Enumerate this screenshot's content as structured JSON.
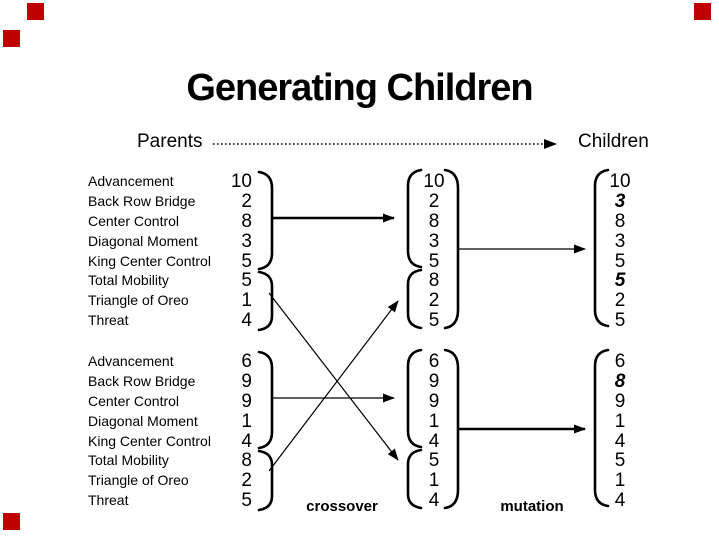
{
  "slide": {
    "title": "Generating Children",
    "accent_color": "#c00000",
    "background_color": "#ffffff",
    "text_color": "#000000"
  },
  "header": {
    "parents_label": "Parents",
    "children_label": "Children"
  },
  "traits": [
    "Advancement",
    "Back Row Bridge",
    "Center Control",
    "Diagonal Moment",
    "King Center Control",
    "Total Mobility",
    "Triangle of Oreo",
    "Threat"
  ],
  "parents": {
    "parent1_values": [
      "10",
      "2",
      "8",
      "3",
      "5",
      "5",
      "1",
      "4"
    ],
    "parent2_values": [
      "6",
      "9",
      "9",
      "1",
      "4",
      "8",
      "2",
      "5"
    ],
    "split_after_row": 5
  },
  "crossover": {
    "label": "crossover",
    "child1_values": [
      "10",
      "2",
      "8",
      "3",
      "5",
      "8",
      "2",
      "5"
    ],
    "child2_values": [
      "6",
      "9",
      "9",
      "1",
      "4",
      "5",
      "1",
      "4"
    ]
  },
  "mutation": {
    "label": "mutation",
    "child1_values": [
      "10",
      "3",
      "8",
      "3",
      "5",
      "5",
      "2",
      "5"
    ],
    "child2_values": [
      "6",
      "8",
      "9",
      "1",
      "4",
      "5",
      "1",
      "4"
    ],
    "mutated_child1_rows": [
      2,
      6
    ],
    "mutated_child2_rows": [
      2
    ]
  }
}
